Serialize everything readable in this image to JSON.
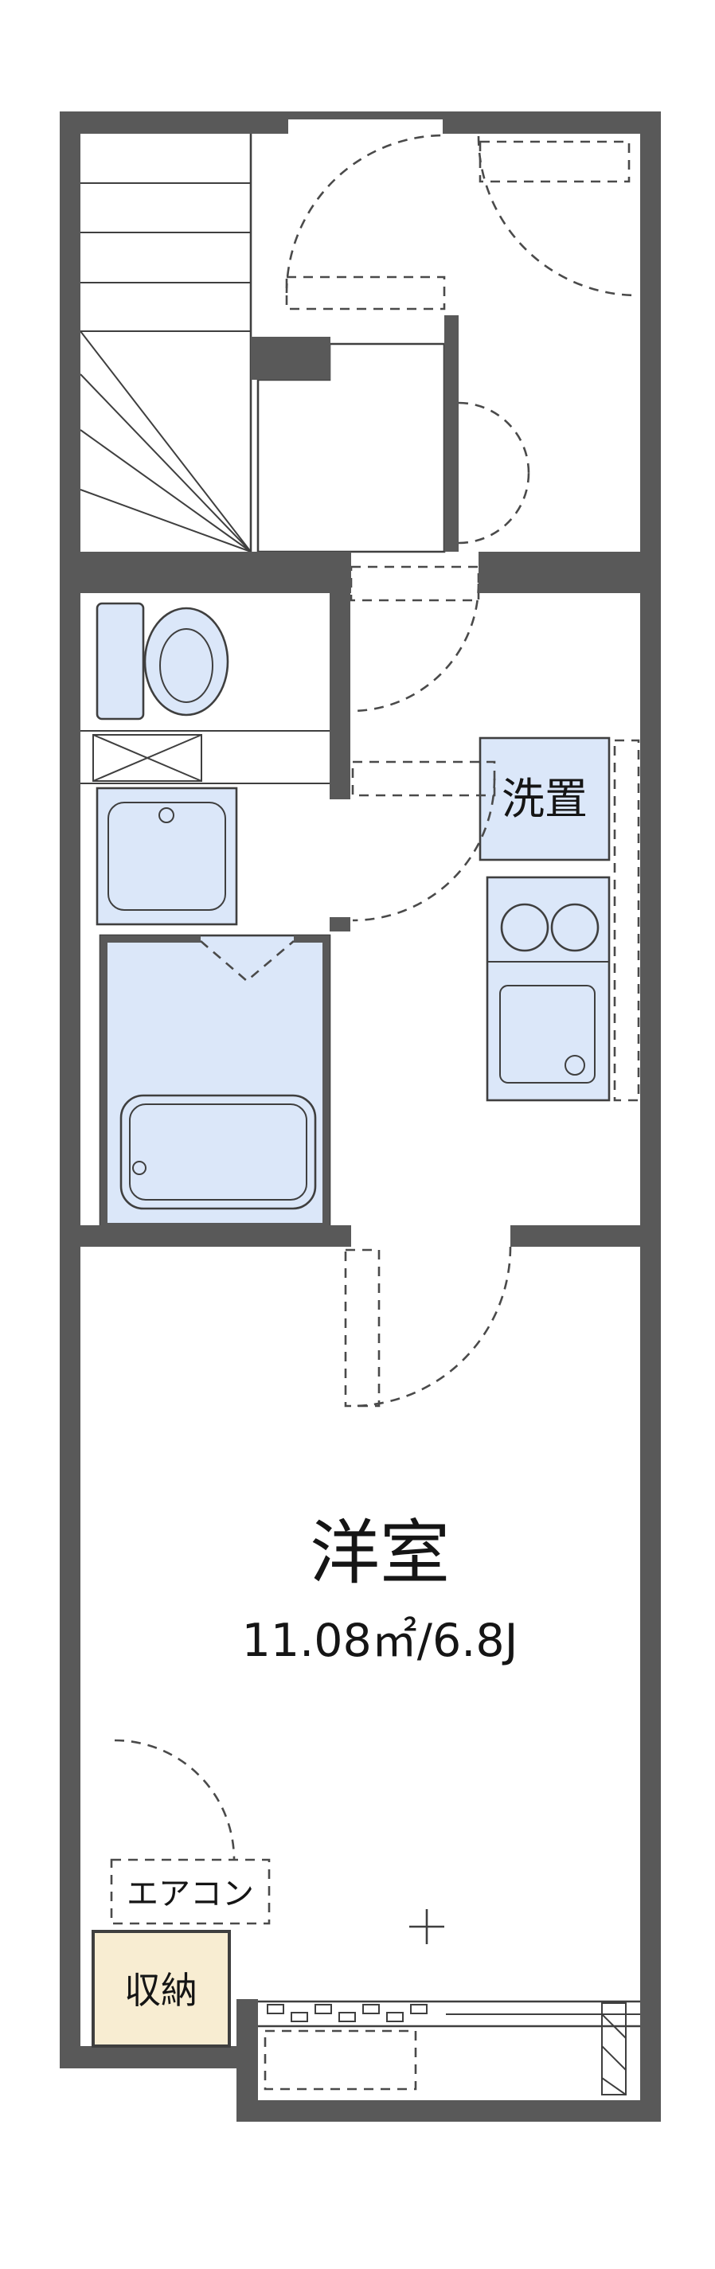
{
  "floorplan": {
    "labels": {
      "washer": "洗置",
      "room": "洋室",
      "room_area": "11.08㎡/6.8J",
      "aircon": "エアコン",
      "storage": "収納"
    },
    "colors": {
      "wall": "#595959",
      "fixture_fill": "#dbe7f9",
      "tub_fill": "#cfe0f8",
      "genkan_fill": "#f8edd2",
      "line": "#3f3f3f",
      "background": "#ffffff"
    }
  }
}
